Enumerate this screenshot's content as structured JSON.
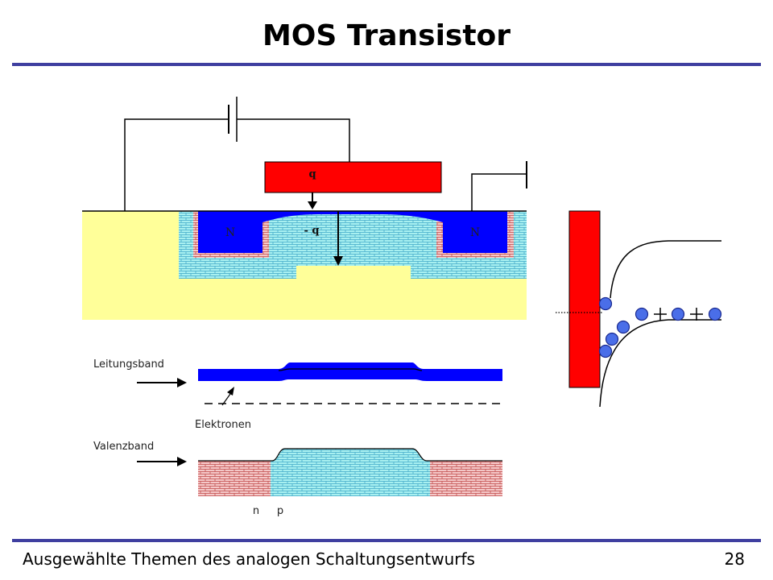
{
  "title": "MOS Transistor",
  "footer": {
    "text": "Ausgewählte Themen des analogen Schaltungsentwurfs",
    "page": "28"
  },
  "device": {
    "gate_charge": "q",
    "channel_charge": "- q",
    "source": "N",
    "drain": "N"
  },
  "bands": {
    "conduction": "Leitungsband",
    "electrons": "Elektronen",
    "valence": "Valenzband",
    "n_label": "n",
    "p_label": "p"
  },
  "colors": {
    "gate": "#ff0000",
    "n_region": "#0000ff",
    "substrate": "#ffff99",
    "p_region": "#a8f0f0",
    "n_hatch": "#c85a5a",
    "rule": "#3f3fa0"
  }
}
